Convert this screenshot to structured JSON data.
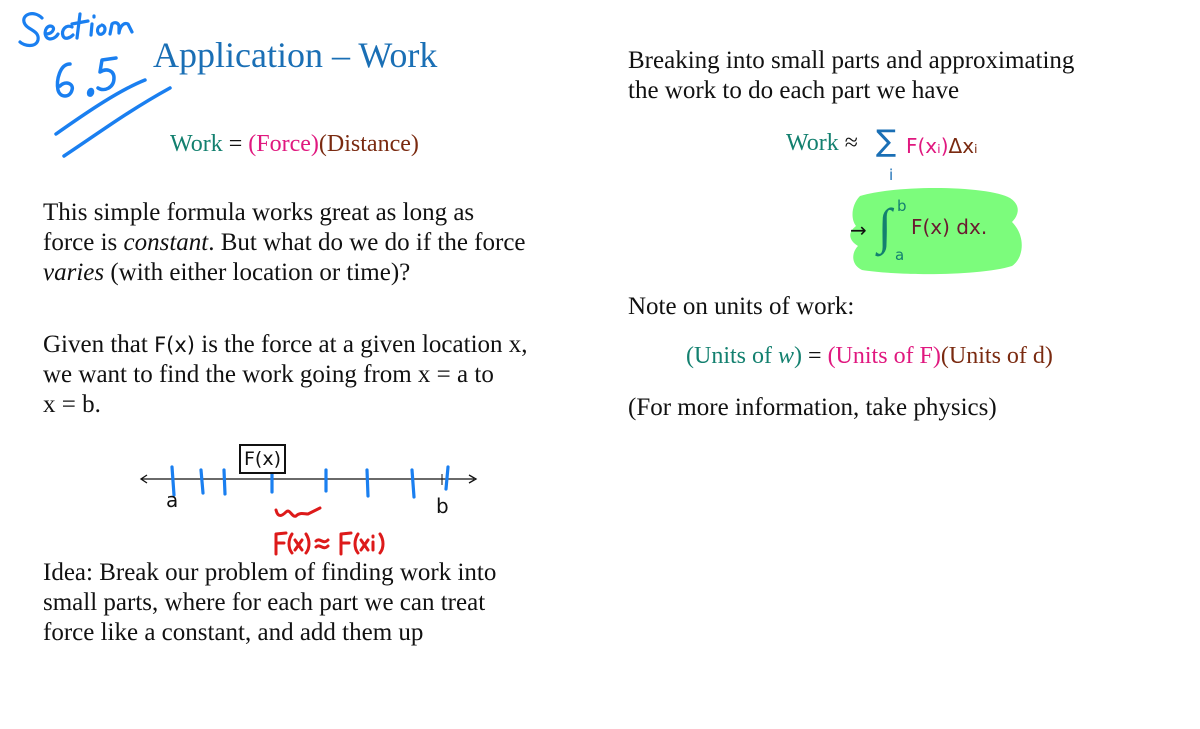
{
  "annotations": {
    "section_handwritten": "Section",
    "section_number_handwritten": "6.5",
    "approx_handwritten": "F(x) ≈ F(xi)",
    "ink_blue": "#1a7ff0",
    "ink_red": "#dd1a1a",
    "highlight_green": "#7cfc7c"
  },
  "left": {
    "title": "Application – Work",
    "formula": {
      "work": "Work",
      "equals": "=",
      "force": "(Force)",
      "distance": "(Distance)"
    },
    "para1": {
      "line1": "This simple formula works great as long as",
      "line2_pre": "force is ",
      "line2_em": "constant",
      "line2_post": ". But what do we do if the force",
      "line3_em": "varies",
      "line3_post": " (with either location or time)?"
    },
    "para2": {
      "line1_pre": "Given that ",
      "line1_fx": "F(x)",
      "line1_post": " is the force at a given location x,",
      "line2": "we want to find the work going from x = a to",
      "line3": "x = b."
    },
    "numberline": {
      "box_label": "F(x)",
      "label_a": "a",
      "label_b": "b"
    },
    "para3": {
      "line1": "Idea: Break our problem of finding work into",
      "line2": "small parts, where for each part we can treat",
      "line3": "force like a constant, and add them up"
    }
  },
  "right": {
    "para1": {
      "line1": "Breaking into small parts and approximating",
      "line2": "the work to do each part we have"
    },
    "sum_formula": {
      "work": "Work",
      "approx": "≈",
      "sigma": "∑",
      "index": "i",
      "term_f": "F(xᵢ)",
      "term_dx": "Δxᵢ"
    },
    "integral": {
      "arrow": "→",
      "integral_sign": "∫",
      "upper": "b",
      "lower": "a",
      "integrand": "F(x) dx."
    },
    "units_note": "Note on units of work:",
    "units_formula": {
      "w_pre": "(Units of ",
      "w_var": "w",
      "w_post": ")",
      "equals": "=",
      "f": "(Units of F)",
      "d": "(Units of d)"
    },
    "physics_note": "(For more information, take physics)"
  }
}
